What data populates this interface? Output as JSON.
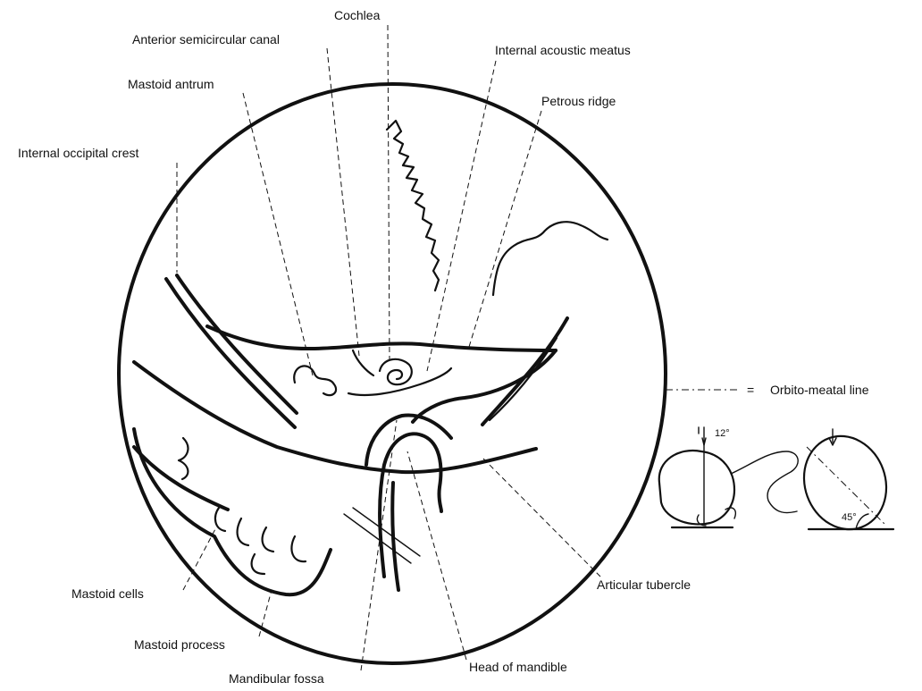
{
  "labels": {
    "cochlea": "Cochlea",
    "anterior_semicircular_canal": "Anterior semicircular canal",
    "internal_acoustic_meatus": "Internal acoustic meatus",
    "mastoid_antrum": "Mastoid antrum",
    "petrous_ridge": "Petrous ridge",
    "internal_occipital_crest": "Internal occipital crest",
    "mastoid_cells": "Mastoid cells",
    "mastoid_process": "Mastoid process",
    "mandibular_fossa": "Mandibular fossa",
    "head_of_mandible": "Head of mandible",
    "articular_tubercle": "Articular tubercle"
  },
  "legend": {
    "equals": "=",
    "text": "Orbito-meatal line"
  },
  "inset": {
    "angle_top": "12°",
    "angle_bottom": "45°"
  }
}
